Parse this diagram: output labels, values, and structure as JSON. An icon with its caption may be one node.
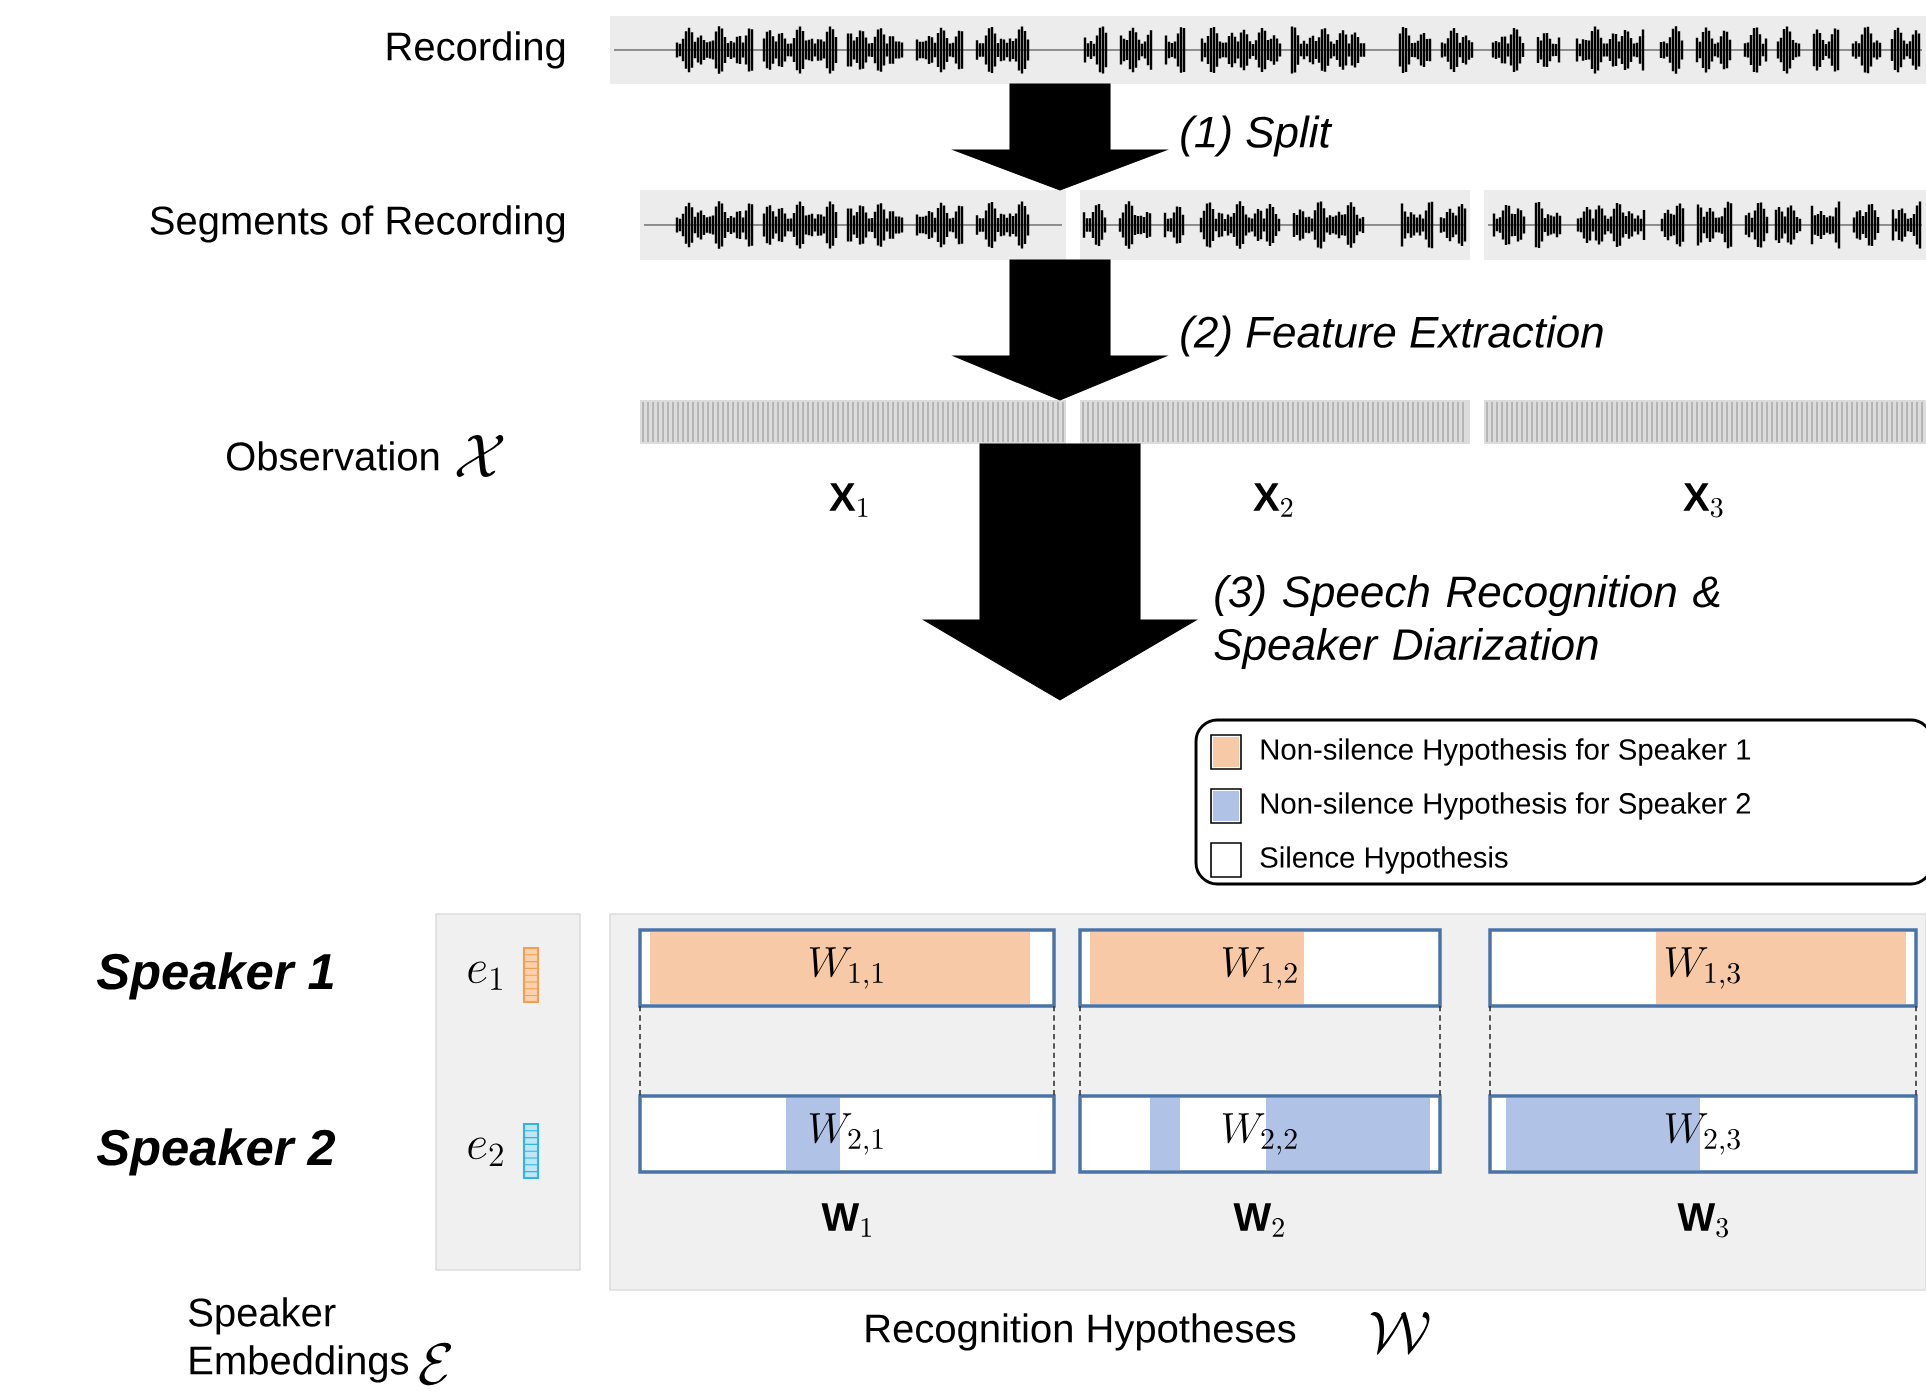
{
  "diagram": {
    "nodes": [
      {
        "text": [],
        "shape": "picture",
        "beside": [
          "Recording"
        ]
      },
      {
        "text": [],
        "shape": "picture"
      },
      {
        "text": [],
        "shape": "picture"
      },
      {
        "text": [],
        "shape": "picture"
      },
      {
        "text": [],
        "shape": "bar",
        "beside": [
          "\\mathbf{X}_1"
        ]
      },
      {
        "text": [],
        "shape": "bar",
        "beside": [
          "\\mathbf{X}_2"
        ]
      },
      {
        "text": [],
        "shape": "bar",
        "beside": [
          "\\mathbf{X}_3"
        ]
      },
      {
        "text": [],
        "shape": "box",
        "beside": [
          "Speaker Embeddings"
        ]
      },
      {
        "text": [],
        "shape": "box",
        "beside": [
          "Recognition Hypotheses"
        ]
      },
      {
        "text": [
          "W_{1,1}"
        ],
        "in": 8
      },
      {
        "text": [
          "W_{1,2}"
        ],
        "in": 8
      },
      {
        "text": [
          "W_{1,3}"
        ],
        "in": 8
      },
      {
        "text": [
          "W_{2,1}"
        ],
        "in": 8
      },
      {
        "text": [
          "W_{2,2}"
        ],
        "in": 8
      },
      {
        "text": [
          "W_{2,3}"
        ],
        "in": 8
      }
    ],
    "edges": [
      {
        "from": 0,
        "to": 1,
        "arrow": "to",
        "label": "(1) Split",
        "style": "thick"
      },
      {
        "from": 1,
        "to": 4,
        "arrow": "to",
        "label": "(2) Feature Extraction",
        "style": "thick"
      },
      {
        "from": 4,
        "to": null,
        "arrow": "to",
        "label": "(3) Speech Recognition & Speaker Diarization",
        "style": "thick"
      },
      {
        "from": 9,
        "to": 12,
        "arrow": "none",
        "style": "dashed"
      },
      {
        "from": 9,
        "to": 12,
        "arrow": "none",
        "style": "dashed"
      },
      {
        "from": 10,
        "to": 13,
        "arrow": "none",
        "style": "dashed"
      },
      {
        "from": 10,
        "to": 13,
        "arrow": "none",
        "style": "dashed"
      },
      {
        "from": 11,
        "to": 14,
        "arrow": "none",
        "style": "dashed"
      },
      {
        "from": 11,
        "to": 14,
        "arrow": "none",
        "style": "dashed"
      }
    ],
    "labels": [
      "Segments of Recording",
      "Observation",
      "\\mathcal{X}",
      "Speaker 1",
      "e_1",
      "Speaker 2",
      "e_2",
      "\\mathbf{W}_1",
      "\\mathbf{W}_2",
      "\\mathbf{W}_3",
      "\\mathcal{E}",
      "\\mathcal{W}"
    ],
    "legend": [
      {
        "text": "Non-silence Hypothesis for Speaker 1",
        "color": "#f8c9a6"
      },
      {
        "text": "Non-silence Hypothesis for Speaker 2",
        "color": "#b0c2e6"
      },
      {
        "text": "Silence Hypothesis",
        "color": "#ffffff"
      }
    ]
  }
}
